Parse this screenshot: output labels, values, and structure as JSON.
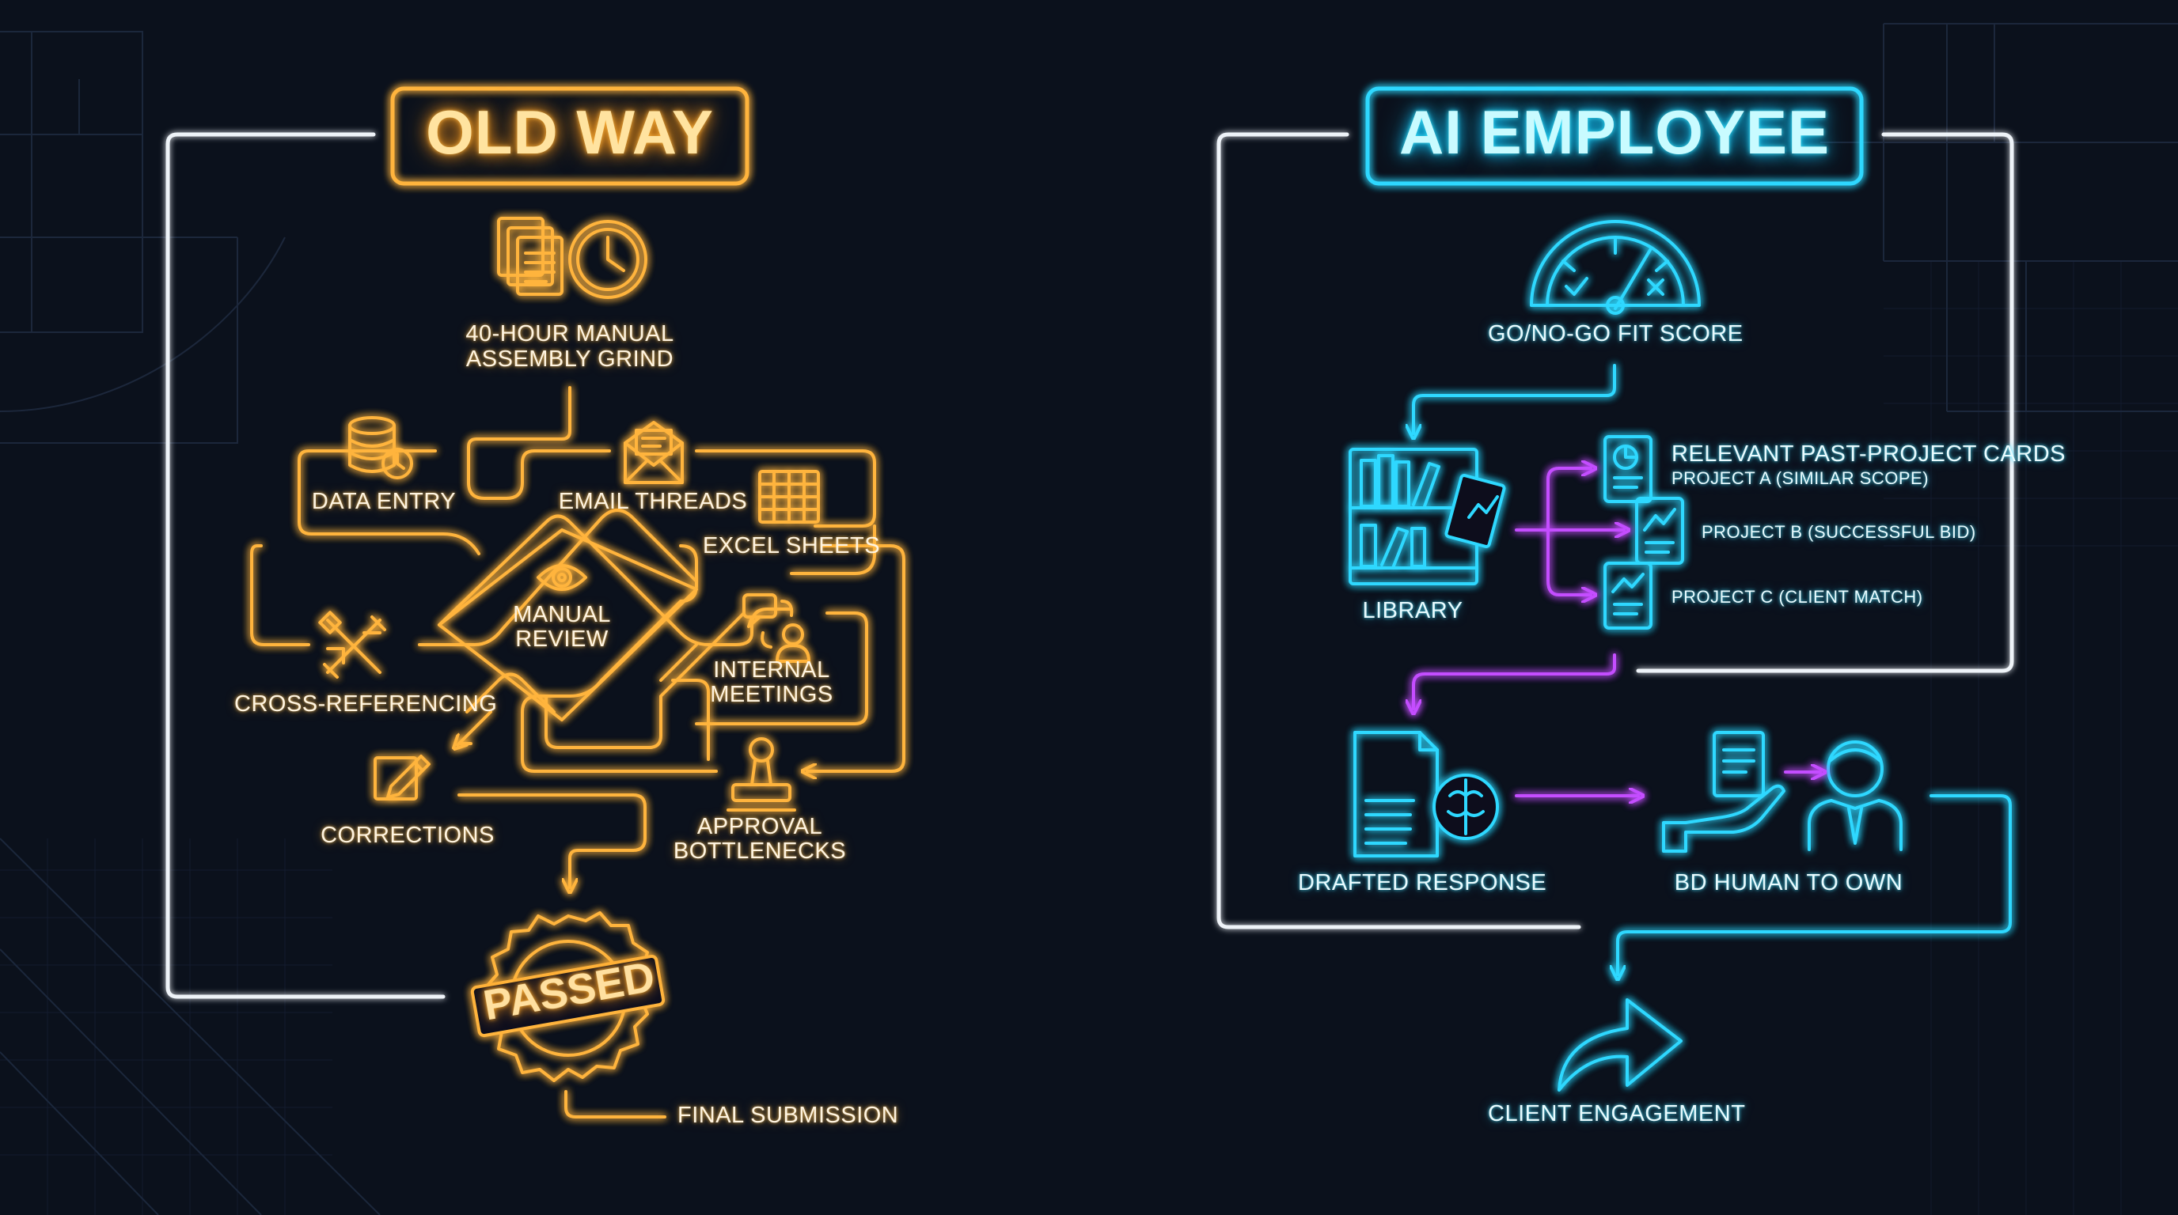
{
  "left": {
    "title": "OLD WAY",
    "nodes": {
      "grind": {
        "line1": "40-HOUR MANUAL",
        "line2": "ASSEMBLY GRIND",
        "icon": "documents-clock-icon"
      },
      "data_entry": {
        "label": "DATA ENTRY",
        "icon": "database-clock-icon"
      },
      "email_threads": {
        "label": "EMAIL THREADS",
        "icon": "envelope-icon"
      },
      "excel_sheets": {
        "label": "EXCEL SHEETS",
        "icon": "spreadsheet-icon"
      },
      "manual_review": {
        "line1": "MANUAL",
        "line2": "REVIEW",
        "icon": "eye-icon"
      },
      "cross_referencing": {
        "label": "CROSS-REFERENCING",
        "icon": "crossed-tools-icon"
      },
      "internal_meetings": {
        "line1": "INTERNAL",
        "line2": "MEETINGS",
        "icon": "chat-person-icon"
      },
      "corrections": {
        "label": "CORRECTIONS",
        "icon": "edit-icon"
      },
      "approval": {
        "line1": "APPROVAL",
        "line2": "BOTTLENECKS",
        "icon": "stamp-icon"
      },
      "passed": {
        "label": "PASSED",
        "icon": "passed-seal-icon"
      },
      "final_submission": {
        "label": "FINAL SUBMISSION"
      }
    }
  },
  "right": {
    "title": "AI EMPLOYEE",
    "nodes": {
      "fit_score": {
        "label": "GO/NO-GO FIT SCORE",
        "icon": "gauge-icon"
      },
      "library": {
        "label": "LIBRARY",
        "icon": "bookshelf-icon"
      },
      "cards": {
        "heading": "RELEVANT PAST-PROJECT CARDS",
        "items": [
          "PROJECT A (SIMILAR SCOPE)",
          "PROJECT B (SUCCESSFUL BID)",
          "PROJECT C (CLIENT MATCH)"
        ]
      },
      "drafted_response": {
        "label": "DRAFTED RESPONSE",
        "icon": "ai-document-brain-icon"
      },
      "bd_human": {
        "label": "BD HUMAN TO OWN",
        "icon": "handoff-person-icon"
      },
      "client_engagement": {
        "label": "CLIENT ENGAGEMENT",
        "icon": "share-arrow-icon"
      }
    }
  },
  "colors": {
    "background": "#0b111c",
    "orange": "#ffb43c",
    "cyan": "#2fd8ff",
    "magenta": "#c44dff",
    "white": "#e8eef5"
  }
}
